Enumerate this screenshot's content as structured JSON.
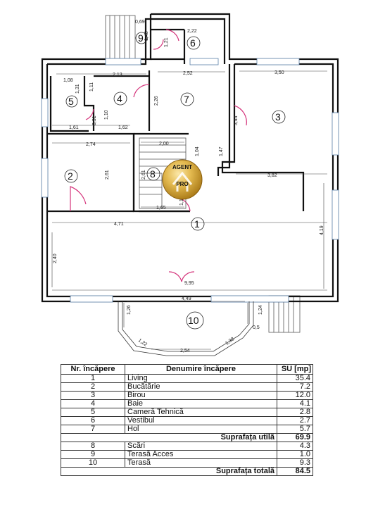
{
  "plan": {
    "room_numbers": [
      "1",
      "2",
      "3",
      "4",
      "5",
      "6",
      "7",
      "8",
      "9",
      "10"
    ],
    "dimensions": {
      "d069": "0,69",
      "d222": "2,22",
      "d148": "1,48",
      "d121": "1,21",
      "d108": "1,08",
      "d213": "2,13",
      "d252": "2,52",
      "d350": "3,50",
      "d131": "1,31",
      "d111": "1,11",
      "d226": "2,26",
      "d344": "3,44",
      "d091": "0,91",
      "d110": "1,10",
      "d161": "1,61",
      "d162": "1,62",
      "d274": "2,74",
      "d200": "2,00",
      "d104": "1,04",
      "d147": "1,47",
      "d261a": "2,61",
      "d261b": "2,61",
      "d382": "3,82",
      "d165": "1,65",
      "d111b": "1,11",
      "d471": "4,71",
      "d419": "4,19",
      "d240": "2,40",
      "d995": "9,95",
      "d449": "4,49",
      "d126": "1,26",
      "d124": "1,24",
      "d050": "0,5",
      "d122": "1,22",
      "d254": "2,54",
      "d138": "1,38"
    },
    "watermark": {
      "line1": "AGENT",
      "line2": "PRO"
    }
  },
  "table": {
    "headers": {
      "nr": "Nr. încăpere",
      "name": "Denumire încăpere",
      "su": "SU [mp]"
    },
    "rooms": [
      {
        "nr": "1",
        "name": "Living",
        "su": "35.4"
      },
      {
        "nr": "2",
        "name": "Bucătărie",
        "su": "7.2"
      },
      {
        "nr": "3",
        "name": "Birou",
        "su": "12.0"
      },
      {
        "nr": "4",
        "name": "Baie",
        "su": "4.1"
      },
      {
        "nr": "5",
        "name": "Cameră Tehnică",
        "su": "2.8"
      },
      {
        "nr": "6",
        "name": "Vestibul",
        "su": "2.7"
      },
      {
        "nr": "7",
        "name": "Hol",
        "su": "5.7"
      }
    ],
    "useful": {
      "label": "Suprafața utilă",
      "value": "69.9"
    },
    "extra": [
      {
        "nr": "8",
        "name": "Scări",
        "su": "4.3"
      },
      {
        "nr": "9",
        "name": "Terasă Acces",
        "su": "1.0"
      },
      {
        "nr": "10",
        "name": "Terasă",
        "su": "9.3"
      }
    ],
    "total": {
      "label": "Suprafața totală",
      "value": "84.5"
    }
  }
}
